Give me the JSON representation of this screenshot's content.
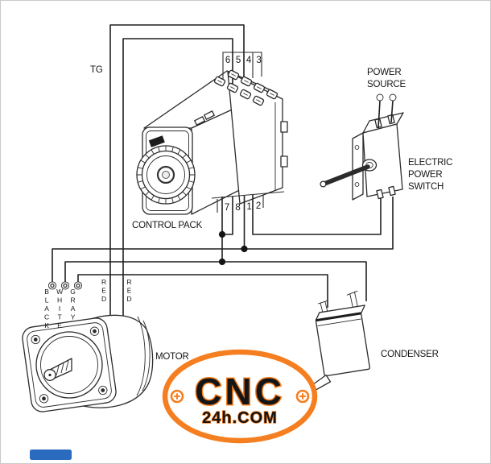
{
  "diagram": {
    "labels": {
      "tg": "TG",
      "control_pack": "CONTROL PACK",
      "power_source_1": "POWER",
      "power_source_2": "SOURCE",
      "switch_1": "ELECTRIC",
      "switch_2": "POWER",
      "switch_3": "SWITCH",
      "motor": "MOTOR",
      "condenser": "CONDENSER"
    },
    "terminals": {
      "top": [
        "6",
        "5",
        "4",
        "3"
      ],
      "bottom": [
        "7",
        "8",
        "1",
        "2"
      ]
    },
    "motor_leads": [
      "BLACK",
      "WHITE",
      "GRAY"
    ],
    "tg_leads": [
      "RED",
      "RED"
    ],
    "watermark": {
      "brand": "CNC",
      "domain": "24h.COM"
    },
    "colors": {
      "wire": "#1f1f1f",
      "watermark_orange": "#f57f20",
      "footer_blue": "#2a6bbf"
    }
  }
}
